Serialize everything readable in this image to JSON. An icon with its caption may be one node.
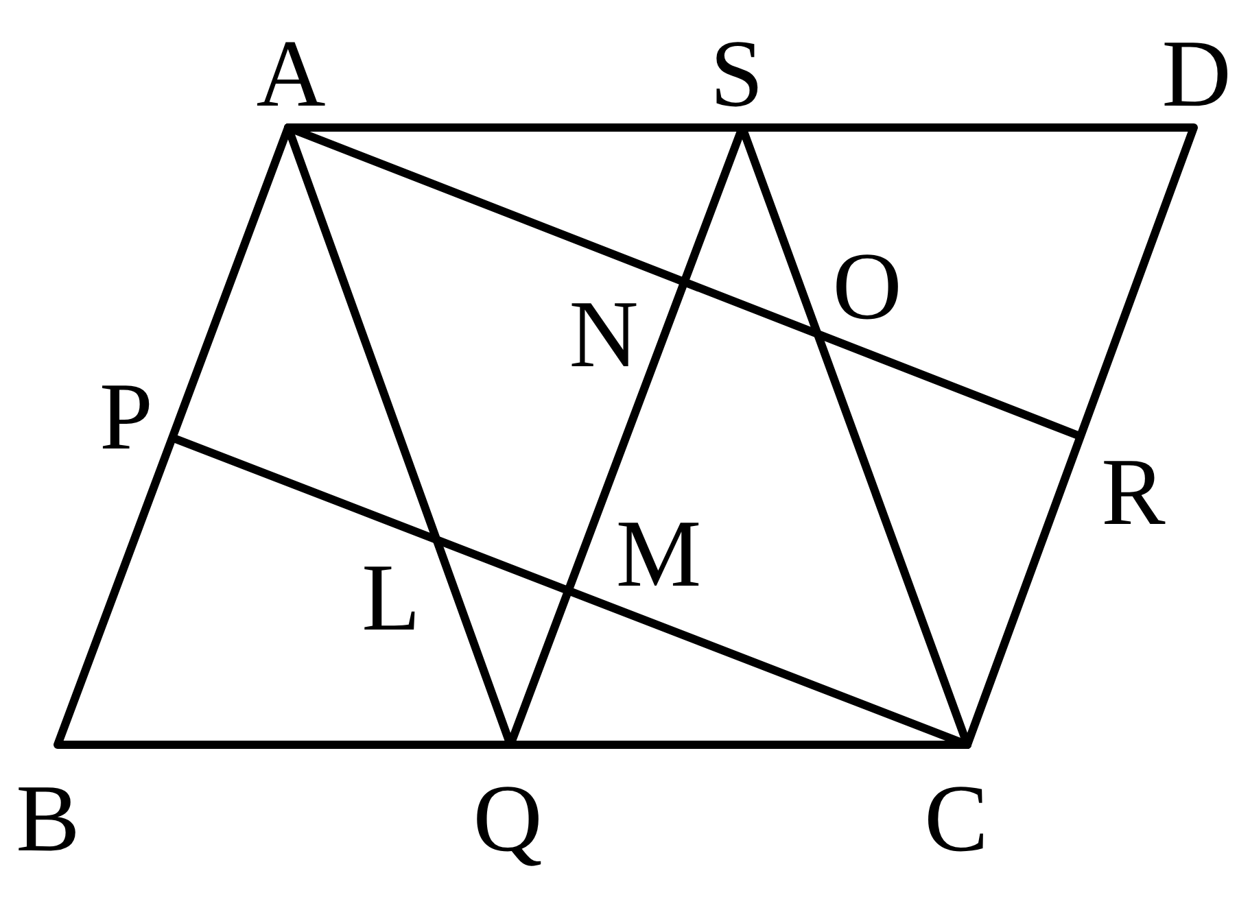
{
  "diagram": {
    "labels": [
      "A",
      "S",
      "D",
      "N",
      "O",
      "P",
      "R",
      "M",
      "L",
      "B",
      "Q",
      "C"
    ]
  }
}
